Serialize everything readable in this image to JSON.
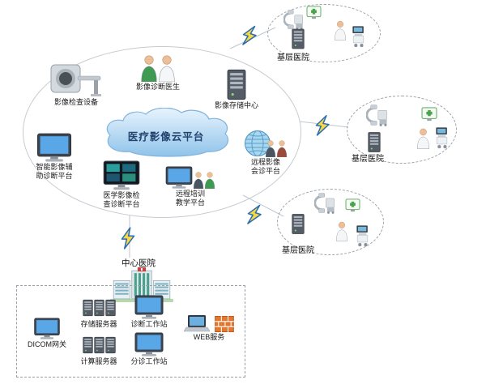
{
  "diagram": {
    "cloud": {
      "label": "医疗影像云平台",
      "nodes": {
        "equipment": {
          "label": "影像检查设备",
          "icon": "ct-scanner-icon"
        },
        "doctor": {
          "label": "影像诊断医生",
          "icon": "doctor-figures-icon"
        },
        "storage": {
          "label": "影像存储中心",
          "icon": "server-rack-icon"
        },
        "ai": {
          "label": "智能影像辅助诊断平台",
          "icon": "workstation-monitor-icon"
        },
        "exam": {
          "label": "医学影像检查诊断平台",
          "icon": "medical-images-monitor-icon"
        },
        "training": {
          "label": "远程培训教学平台",
          "icon": "training-workstation-icon"
        },
        "consult": {
          "label": "远程影像会诊平台",
          "icon": "globe-consultation-icon"
        }
      }
    },
    "branch_hospitals": [
      {
        "label": "基层医院"
      },
      {
        "label": "基层医院"
      },
      {
        "label": "基层医院"
      }
    ],
    "central_hospital": {
      "label": "中心医院",
      "items": {
        "dicom": {
          "label": "DICOM网关",
          "icon": "monitor-icon"
        },
        "storage_server": {
          "label": "存储服务器",
          "icon": "server-rack-icon"
        },
        "diagnosis_ws": {
          "label": "诊断工作站",
          "icon": "workstation-monitor-icon"
        },
        "web": {
          "label": "WEB服务",
          "icon": "laptop-firewall-icon"
        },
        "compute_server": {
          "label": "计算服务器",
          "icon": "server-rack-icon"
        },
        "triage_ws": {
          "label": "分诊工作站",
          "icon": "workstation-monitor-icon"
        }
      }
    },
    "colors": {
      "cloud_fill_top": "#e8f4fd",
      "cloud_fill_bottom": "#8fc3ea",
      "cloud_stroke": "#7fb3dd",
      "bolt_fill": "#f7d843",
      "bolt_stroke": "#2a6db5",
      "dashed_border": "#9aa1a8"
    }
  }
}
